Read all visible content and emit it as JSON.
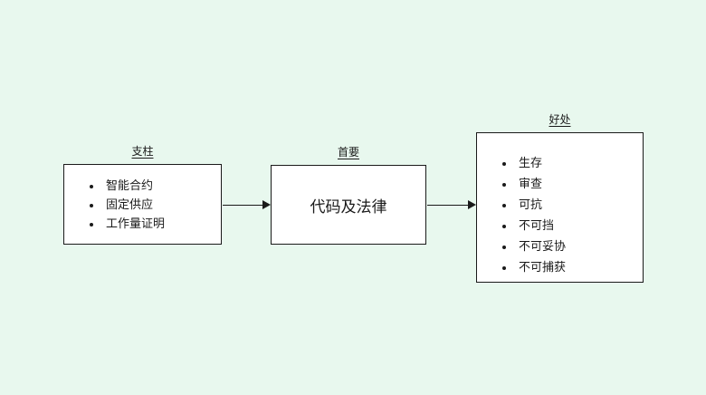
{
  "canvas": {
    "background_color": "#e8f8ee",
    "box_fill_color": "#ffffff",
    "line_color": "#1a1a1a"
  },
  "diagram": {
    "nodes": [
      {
        "id": "pillars",
        "label": "支柱",
        "items": [
          "智能合约",
          "固定供应",
          "工作量证明"
        ]
      },
      {
        "id": "primary",
        "label": "首要",
        "text": "代码及法律"
      },
      {
        "id": "benefits",
        "label": "好处",
        "items": [
          "生存",
          "审查",
          "可抗",
          "不可挡",
          "不可妥协",
          "不可捕获"
        ]
      }
    ],
    "connectors": [
      {
        "from": "pillars",
        "to": "primary",
        "type": "arrow-right"
      },
      {
        "from": "primary",
        "to": "benefits",
        "type": "arrow-right"
      }
    ]
  }
}
